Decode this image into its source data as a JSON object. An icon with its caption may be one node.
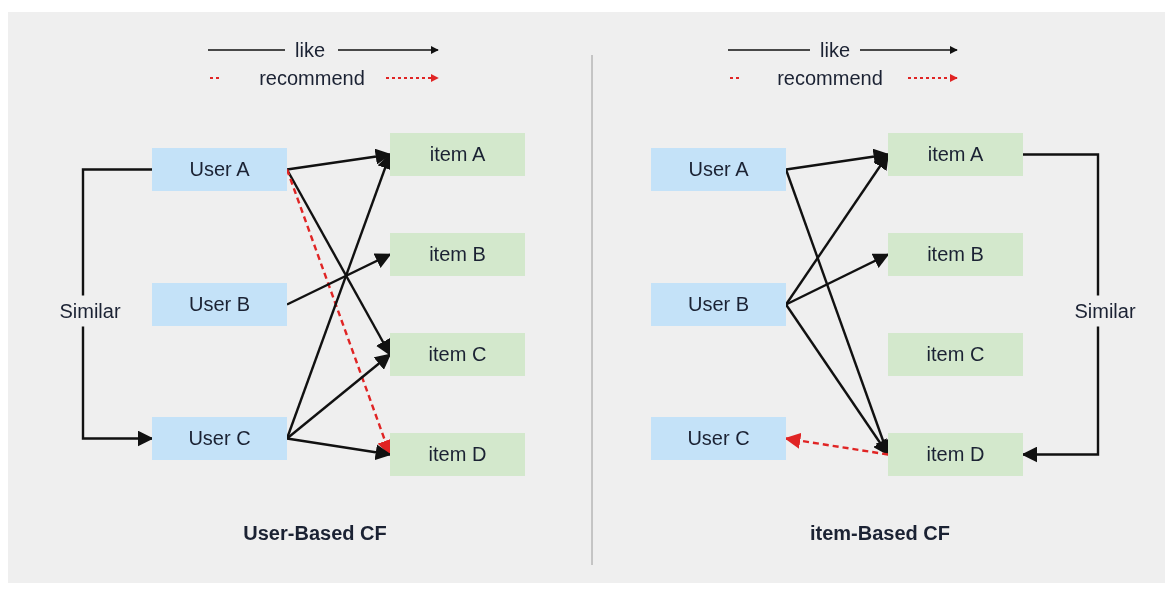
{
  "diagram": {
    "nodes": [
      {
        "text": [
          "User A"
        ]
      },
      {
        "text": [
          "User B"
        ]
      },
      {
        "text": [
          "User C"
        ]
      },
      {
        "text": [
          "item A"
        ]
      },
      {
        "text": [
          "item B"
        ]
      },
      {
        "text": [
          "item C"
        ]
      },
      {
        "text": [
          "item D"
        ]
      },
      {
        "text": [
          "User A"
        ]
      },
      {
        "text": [
          "User B"
        ]
      },
      {
        "text": [
          "User C"
        ]
      },
      {
        "text": [
          "item A"
        ]
      },
      {
        "text": [
          "item B"
        ]
      },
      {
        "text": [
          "item C"
        ]
      },
      {
        "text": [
          "item D"
        ]
      }
    ],
    "edges": [
      {
        "from": 0,
        "to": 2,
        "arrow": "to",
        "label": "Similar"
      },
      {
        "from": 0,
        "to": 3,
        "arrow": "to"
      },
      {
        "from": 0,
        "to": 5,
        "arrow": "to"
      },
      {
        "from": 0,
        "to": 6,
        "arrow": "to",
        "style": "dashed",
        "color": "#e02424"
      },
      {
        "from": 1,
        "to": 4,
        "arrow": "to"
      },
      {
        "from": 2,
        "to": 3,
        "arrow": "to"
      },
      {
        "from": 2,
        "to": 5,
        "arrow": "to"
      },
      {
        "from": 2,
        "to": 6,
        "arrow": "to"
      },
      {
        "from": 7,
        "to": 10,
        "arrow": "to"
      },
      {
        "from": 7,
        "to": 13,
        "arrow": "to"
      },
      {
        "from": 8,
        "to": 10,
        "arrow": "to"
      },
      {
        "from": 8,
        "to": 11,
        "arrow": "to"
      },
      {
        "from": 8,
        "to": 13,
        "arrow": "to"
      },
      {
        "from": 13,
        "to": 9,
        "arrow": "to",
        "style": "dashed",
        "color": "#e02424"
      },
      {
        "from": 10,
        "to": 13,
        "arrow": "to",
        "label": "Similar"
      }
    ],
    "labels": [
      "User-Based CF",
      "item-Based CF"
    ],
    "legend": [
      {
        "text": "like"
      },
      {
        "text": "recommend"
      },
      {
        "text": "like"
      },
      {
        "text": "recommend"
      }
    ]
  }
}
